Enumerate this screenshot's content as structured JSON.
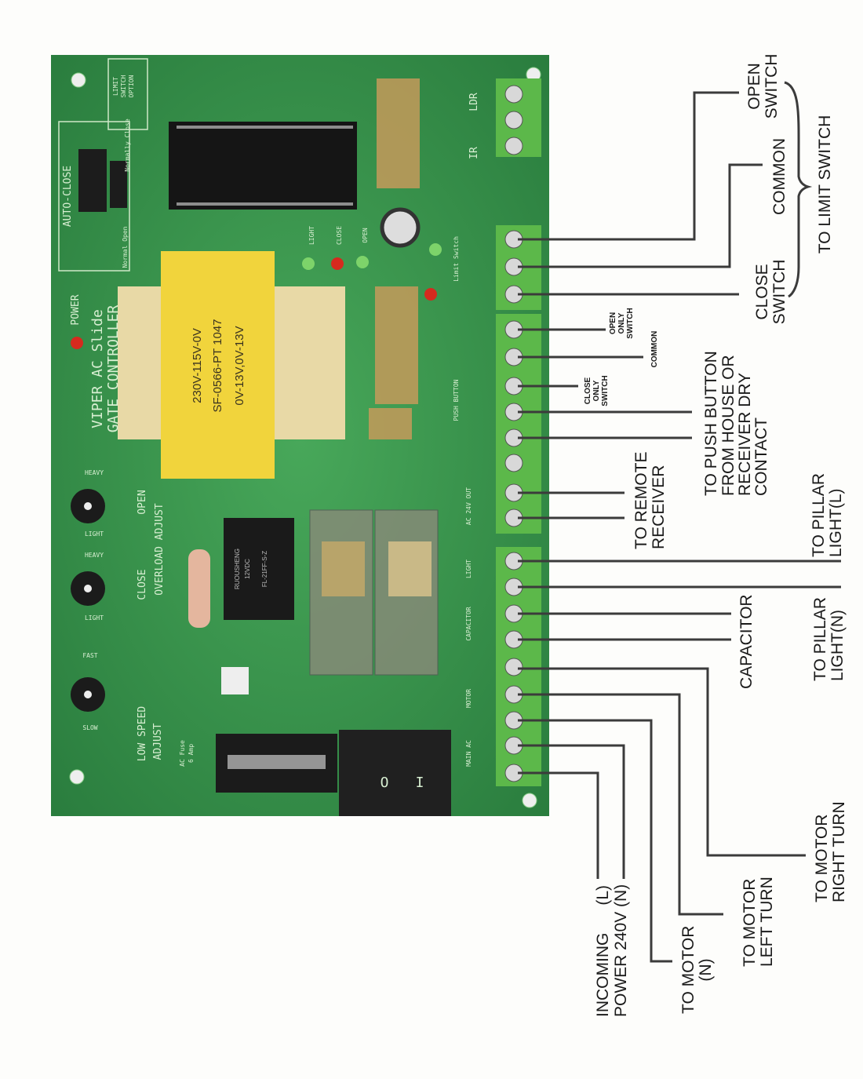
{
  "board": {
    "title_line1": "VIPER AC Slide",
    "title_line2": "GATE CONTROLLER",
    "power": "POWER",
    "auto_close": "AUTO-CLOSE",
    "limit_option": [
      "LIMIT",
      "SWITCH",
      "OPTION"
    ],
    "normally_close": "Normally Close",
    "normal_open": "Normal Open",
    "led_light": "LIGHT",
    "led_close": "CLOSE",
    "led_open": "OPEN",
    "overload_open": "OPEN",
    "overload_close": "CLOSE",
    "overload_adjust": "OVERLOAD ADJUST",
    "low_speed": "LOW SPEED",
    "low_speed_adjust": "ADJUST",
    "fuse_line1": "AC Fuse",
    "fuse_line2": "6 Amp",
    "pot_heavy": "HEAVY",
    "pot_light": "LIGHT",
    "pot_fast": "FAST",
    "pot_slow": "SLOW",
    "transformer": [
      "230V-115V-0V",
      "SF-0566-PT  1047",
      "0V-13V,0V-13V"
    ],
    "relay": [
      "RUOUSHENG",
      "12VDC",
      "FL-21FF-S-Z"
    ],
    "switch_on": "I",
    "switch_off": "O",
    "terminals": {
      "ldr": "LDR",
      "ir": "IR",
      "limit_switch": "Limit Switch",
      "push_button": "PUSH BUTTON",
      "ac24": "AC 24V OUT",
      "light": "LIGHT",
      "capacitor": "CAPACITOR",
      "motor": "MOTOR",
      "main_ac": "MAIN AC"
    }
  },
  "labels": {
    "open_switch": [
      "OPEN",
      "SWITCH"
    ],
    "common_limit": "COMMON",
    "close_switch": [
      "CLOSE",
      "SWITCH"
    ],
    "to_limit_switch": "TO LIMIT SWITCH",
    "open_only_switch": [
      "OPEN",
      "ONLY",
      "SWITCH"
    ],
    "common_pb": "COMMON",
    "close_only_switch": [
      "CLOSE",
      "ONLY",
      "SWITCH"
    ],
    "push_button": [
      "TO PUSH BUTTON",
      "FROM HOUSE OR",
      "RECEIVER DRY",
      "CONTACT"
    ],
    "remote_receiver": [
      "TO REMOTE",
      "RECEIVER"
    ],
    "pillar_light_l": [
      "TO PILLAR",
      "LIGHT(L)"
    ],
    "capacitor": "CAPACITOR",
    "pillar_light_n": [
      "TO PILLAR",
      "LIGHT(N)"
    ],
    "motor_right": [
      "TO MOTOR",
      "RIGHT TURN"
    ],
    "motor_left": [
      "TO MOTOR",
      "LEFT TURN"
    ],
    "motor_n": [
      "TO MOTOR",
      "(N)"
    ],
    "incoming": [
      "INCOMING      (L)",
      "POWER 240V (N)"
    ]
  },
  "colors": {
    "board": "#37964c",
    "terminal": "#5cb84a",
    "transformer_label": "#f1d43c",
    "wire": "#3b3b3b"
  }
}
